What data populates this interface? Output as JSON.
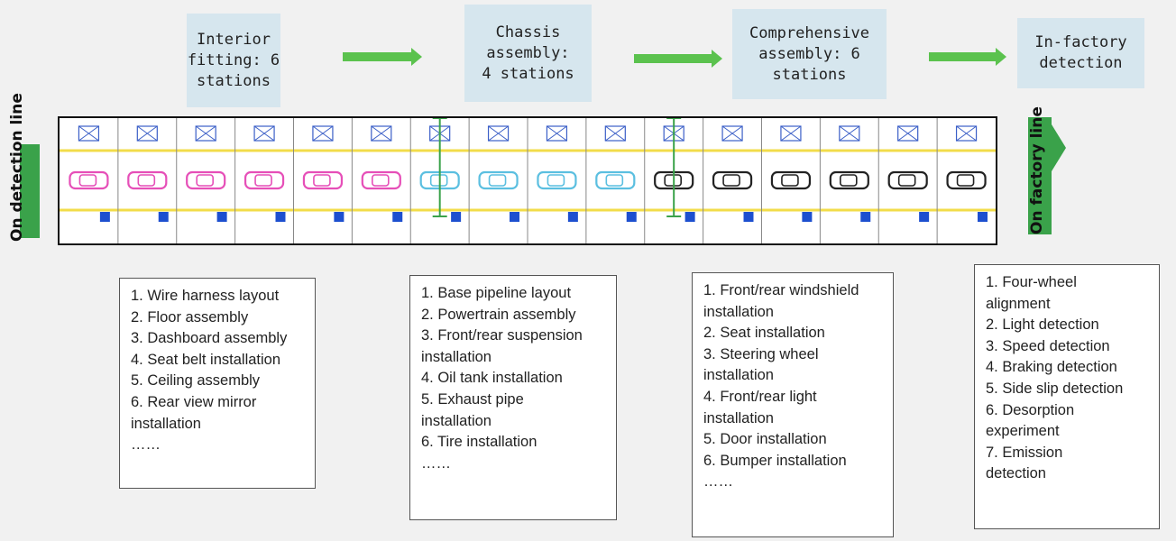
{
  "stages": [
    {
      "label": "Interior\nfitting: 6\nstations"
    },
    {
      "label": "Chassis\nassembly:\n4 stations"
    },
    {
      "label": "Comprehensive\nassembly: 6\nstations"
    },
    {
      "label": "In-factory\ndetection"
    }
  ],
  "left_label": "On detection line",
  "right_label": "On factory line",
  "stations": {
    "count": 16,
    "car_colors": [
      "#e64fb8",
      "#e64fb8",
      "#e64fb8",
      "#e64fb8",
      "#e64fb8",
      "#e64fb8",
      "#5bbfe0",
      "#5bbfe0",
      "#5bbfe0",
      "#5bbfe0",
      "#222222",
      "#222222",
      "#222222",
      "#222222",
      "#222222",
      "#222222"
    ],
    "crossbox_color": "#3b5fc7",
    "rail_color": "#f2dc4a",
    "marker_color": "#1d4fcf"
  },
  "boxes": [
    {
      "lines": [
        "1. Wire harness layout",
        "2. Floor assembly",
        "3. Dashboard assembly",
        "4. Seat belt installation",
        "5. Ceiling assembly",
        "6. Rear view mirror",
        "installation",
        "……"
      ]
    },
    {
      "lines": [
        "1. Base pipeline layout",
        "2. Powertrain assembly",
        "3. Front/rear suspension",
        "installation",
        "4. Oil tank installation",
        "5. Exhaust pipe",
        "installation",
        "6. Tire installation",
        "……"
      ]
    },
    {
      "lines": [
        "1. Front/rear windshield",
        "installation",
        "2. Seat installation",
        "3. Steering wheel",
        "installation",
        "4. Front/rear light",
        "installation",
        "5. Door installation",
        "6. Bumper installation",
        "……"
      ]
    },
    {
      "lines": [
        "1. Four-wheel",
        "alignment",
        "2. Light detection",
        "3. Speed detection",
        "4. Braking detection",
        "5. Side slip detection",
        "6. Desorption",
        "experiment",
        "7. Emission",
        "detection"
      ]
    }
  ]
}
